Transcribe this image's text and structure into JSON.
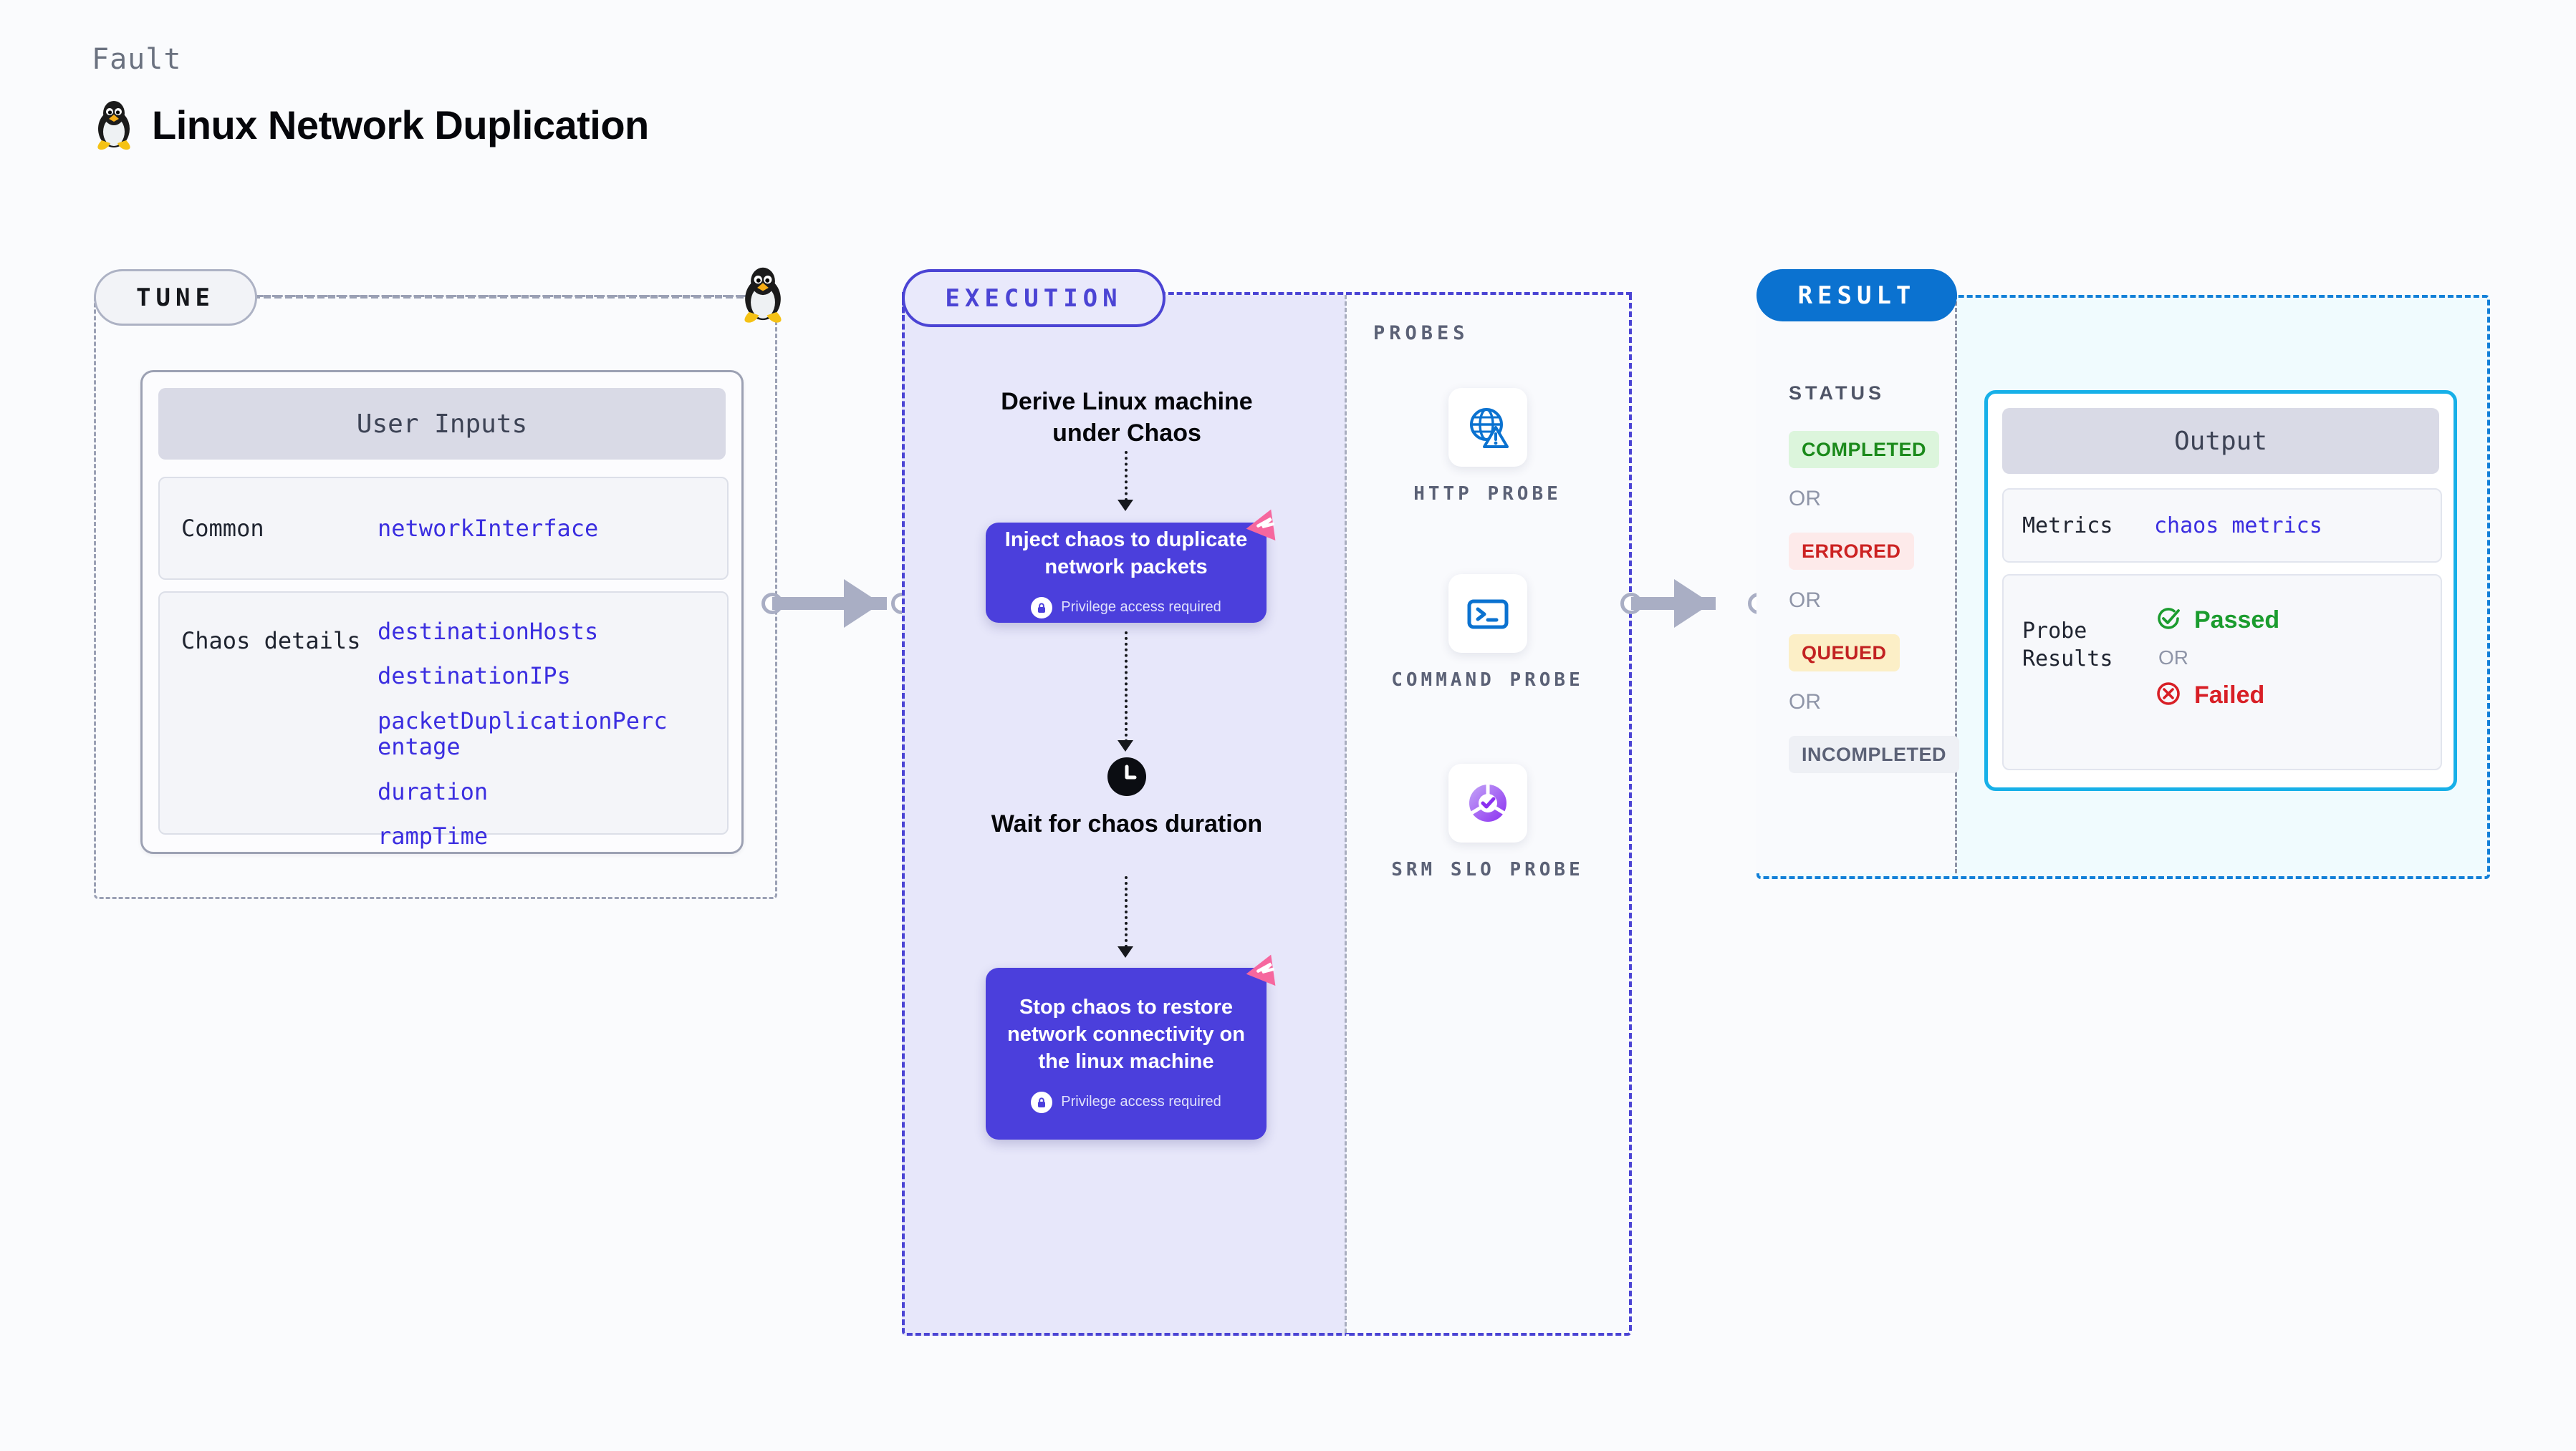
{
  "header": {
    "eyebrow": "Fault",
    "title": "Linux Network Duplication",
    "icon": "linux-tux-icon"
  },
  "tune": {
    "badge": "TUNE",
    "card_title": "User Inputs",
    "rows": [
      {
        "key": "Common",
        "values": [
          "networkInterface"
        ]
      },
      {
        "key": "Chaos details",
        "values": [
          "destinationHosts",
          "destinationIPs",
          "packetDuplicationPercentage",
          "duration",
          "rampTime"
        ]
      }
    ]
  },
  "execution": {
    "badge": "EXECUTION",
    "step_derive": "Derive Linux machine under Chaos",
    "step_wait": "Wait for chaos duration",
    "cards": [
      {
        "title": "Inject chaos to duplicate network packets",
        "note": "Privilege access required"
      },
      {
        "title": "Stop chaos to restore network connectivity on the linux machine",
        "note": "Privilege access required"
      }
    ]
  },
  "probes": {
    "label": "PROBES",
    "items": [
      {
        "name": "HTTP PROBE",
        "icon": "globe-warning-icon"
      },
      {
        "name": "COMMAND PROBE",
        "icon": "terminal-icon"
      },
      {
        "name": "SRM SLO PROBE",
        "icon": "slo-donut-check-icon"
      }
    ]
  },
  "result": {
    "badge": "RESULT",
    "status_label": "STATUS",
    "or_text": "OR",
    "statuses": [
      {
        "label": "COMPLETED",
        "bg": "#dcf5dc",
        "fg": "#1b8a1b"
      },
      {
        "label": "ERRORED",
        "bg": "#fdeaea",
        "fg": "#cc2222"
      },
      {
        "label": "QUEUED",
        "bg": "#fcefc7",
        "fg": "#c22222"
      },
      {
        "label": "INCOMPLETED",
        "bg": "#eef0f5",
        "fg": "#5b6176"
      }
    ],
    "output": {
      "title": "Output",
      "metrics_key": "Metrics",
      "metrics_value": "chaos metrics",
      "probe_key": "Probe Results",
      "passed": "Passed",
      "failed": "Failed",
      "or_text": "OR"
    }
  },
  "colors": {
    "indigo": "#4b3fdc",
    "indigo_border": "#4b44d4",
    "lavender_bg": "#e7e7fa",
    "result_blue": "#0b72d0",
    "cyan_border": "#17b0e8",
    "pink": "#f6679e",
    "grey_dash": "#9aa0b4",
    "link_blue": "#3b2ee0",
    "green": "#1b8a1b",
    "red": "#cc2222"
  }
}
